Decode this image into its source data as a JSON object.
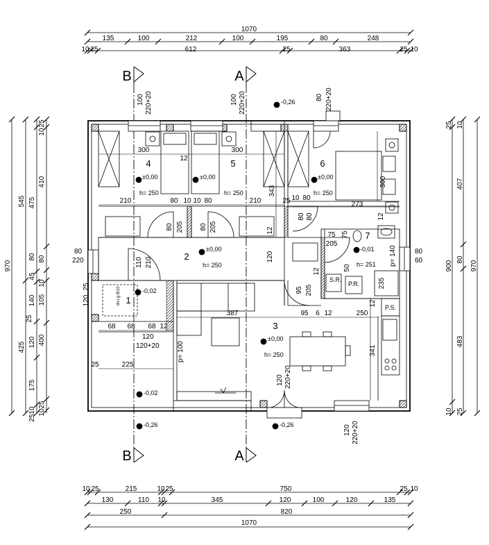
{
  "top_dims": {
    "overall": "1070",
    "row1": [
      "135",
      "100",
      "212",
      "100",
      "195",
      "80",
      "248"
    ],
    "row2": [
      "10",
      "25",
      "612",
      "25",
      "363",
      "25",
      "10"
    ]
  },
  "bottom_dims": {
    "row1": [
      "10",
      "25",
      "215",
      "10",
      "25",
      "750",
      "25",
      "10"
    ],
    "row2": [
      "130",
      "110",
      "10",
      "345",
      "120",
      "100",
      "120",
      "135"
    ],
    "row3": [
      "250",
      "820"
    ],
    "overall": "1070"
  },
  "left_dims": {
    "outer": "970",
    "col2": [
      "545",
      "425"
    ],
    "col3": [
      "475",
      "80",
      "45",
      "140",
      "120",
      "175",
      "10",
      "25"
    ],
    "col4": [
      "25",
      "10",
      "410",
      "80",
      "10",
      "105",
      "25",
      "400",
      "25",
      "10"
    ],
    "col4b": [
      "120",
      "25"
    ]
  },
  "right_dims": {
    "outer": "970",
    "col2": [
      "407",
      "80",
      "483"
    ],
    "col1": [
      "900"
    ],
    "small": [
      "25",
      "10",
      "10",
      "25"
    ]
  },
  "section_marks": [
    "B",
    "A",
    "B",
    "A"
  ],
  "rooms": [
    {
      "num": "1"
    },
    {
      "num": "2"
    },
    {
      "num": "3"
    },
    {
      "num": "4"
    },
    {
      "num": "5"
    },
    {
      "num": "6"
    },
    {
      "num": "7"
    }
  ],
  "levels": {
    "r4": "±0,00",
    "r5": "±0,00",
    "r6": "±0,00",
    "r2": "±0,00",
    "r3": "±0,00",
    "r7": "-0,01",
    "r1": "-0,02",
    "outside1": "-0,02",
    "top_out": "-0,26",
    "bottom_out1": "-0,26",
    "bottom_out2": "-0,26"
  },
  "heights": {
    "h4": "h= 250",
    "h5": "h= 250",
    "h6": "h= 250",
    "h2": "h= 250",
    "h3": "h= 250",
    "h7": "h= 251"
  },
  "openings": {
    "w4_a": "100",
    "w4_b": "220+20",
    "w5_a": "100",
    "w5_b": "220+20",
    "w6_a": "80",
    "w6_b": "220+20",
    "w_left_a": "80",
    "w_left_b": "220",
    "w_right_a": "80",
    "w_right_b": "60",
    "d_entry_a": "120",
    "d_entry_b": "220+20",
    "w_bot_a": "120",
    "w_bot_b": "220+20",
    "p100": "p= 100",
    "p140": "p= 140",
    "w_room1_a": "120",
    "w_room1_b": "120+20"
  },
  "interior_dims": {
    "d300a": "300",
    "d300b": "300",
    "d12a": "12",
    "d210a": "210",
    "d80a": "80",
    "d10a": "10",
    "d10b": "10",
    "d80b": "80",
    "d210b": "210",
    "d25a": "25",
    "d10c": "10",
    "d80c": "80",
    "d273": "273",
    "d343": "343",
    "d300c": "300",
    "d205a": "205",
    "d80d": "80",
    "d205b": "205",
    "d80e": "80",
    "d12b": "12",
    "d120a": "120",
    "d12c": "12",
    "d80f": "80",
    "d80g": "80",
    "d75": "75",
    "d205c": "205",
    "d75b": "75",
    "d235": "235",
    "d110": "110",
    "d210c": "210",
    "d50": "50",
    "d95a": "95",
    "d205d": "205",
    "d387": "387",
    "d95b": "95",
    "d6": "6",
    "d12d": "12",
    "d250": "250",
    "d12e": "12",
    "d341": "341",
    "d68a": "68",
    "d68b": "68",
    "d68c": "68",
    "d12f": "12",
    "d120b": "120",
    "d25b": "25",
    "d225": "225",
    "d25c": "25",
    "d12g": "12"
  },
  "labels": {
    "sr": "S.R.",
    "pr": "P.R.",
    "ps": "P.S.",
    "dvorb": "dv.r.g 8/10"
  },
  "colors": {
    "line": "#000000",
    "paper": "#ffffff",
    "hatch": "#000000"
  }
}
